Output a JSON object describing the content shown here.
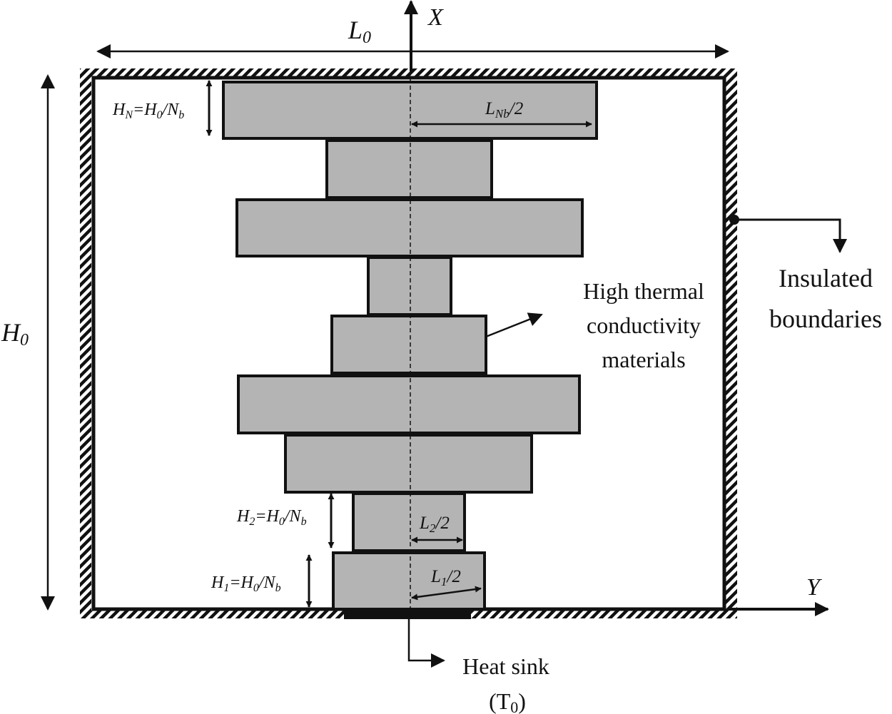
{
  "colors": {
    "block_fill": "#b4b4b4",
    "stroke": "#111111",
    "background": "#ffffff"
  },
  "axes": {
    "x_label": "X",
    "y_label": "Y"
  },
  "dimensions": {
    "L0": {
      "base": "L",
      "sub": "0"
    },
    "H0": {
      "base": "H",
      "sub": "0"
    },
    "HN": {
      "p1": "H",
      "s1": "N",
      "p2": "=H",
      "s2": "0",
      "p3": "/N",
      "s3": "b"
    },
    "H2": {
      "p1": "H",
      "s1": "2",
      "p2": "=H",
      "s2": "0",
      "p3": "/N",
      "s3": "b"
    },
    "H1": {
      "p1": "H",
      "s1": "1",
      "p2": "=H",
      "s2": "0",
      "p3": "/N",
      "s3": "b"
    },
    "LNb": {
      "base": "L",
      "sub": "Nb",
      "rest": "/2"
    },
    "L2": {
      "base": "L",
      "sub": "2",
      "rest": "/2"
    },
    "L1": {
      "base": "L",
      "sub": "1",
      "rest": "/2"
    }
  },
  "labels": {
    "materials_line1": "High thermal",
    "materials_line2": "conductivity",
    "materials_line3": "materials",
    "insulated_line1": "Insulated",
    "insulated_line2": "boundaries",
    "heat_sink": "Heat sink",
    "heat_sink_temp_open": "(T",
    "heat_sink_temp_sub": "0",
    "heat_sink_temp_close": ")"
  },
  "blocks_count": 9
}
